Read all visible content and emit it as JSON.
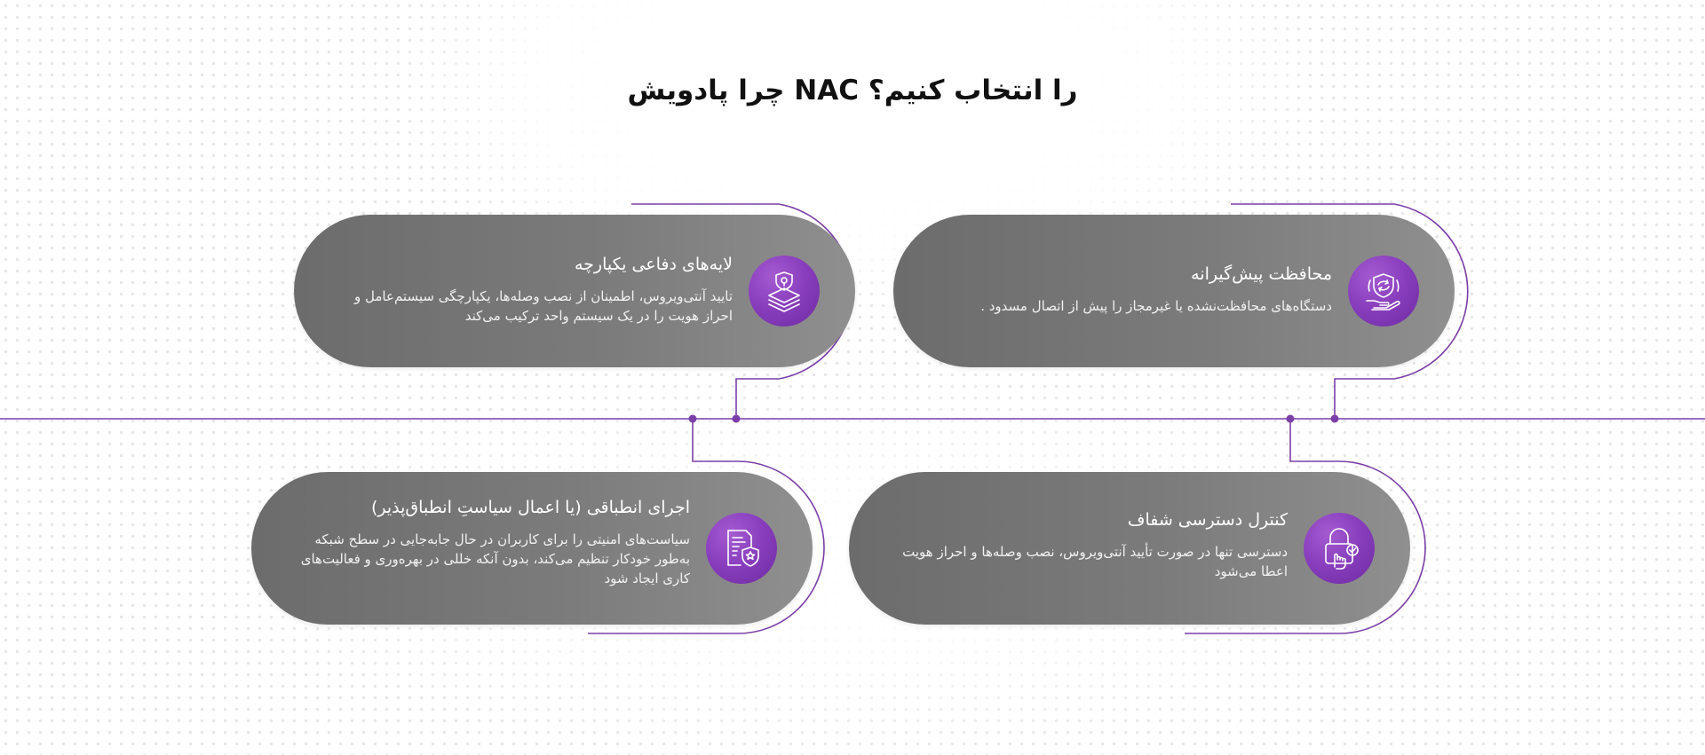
{
  "page_title": "چرا پادویش NAC را انتخاب کنیم؟",
  "colors": {
    "accent": "#7b3fa8",
    "card": "#7a7a7a",
    "icon": "#8a3fbe"
  },
  "cards": [
    {
      "title": "محافظت پیش‌گیرانه",
      "description": "دستگاه‌های محافظت‌نشده یا غیرمجاز را پیش از اتصال مسدود      .",
      "icon": "shield-hand-icon"
    },
    {
      "title": "لایه‌های دفاعی یکپارچه",
      "description": "تایید آنتی‌ویروس، اطمینان از نصب وصله‌ها، یکپارچگی سیستم‌عامل و احراز هویت را در یک سیستم واحد ترکیب می‌کند",
      "icon": "shield-layers-icon"
    },
    {
      "title": "کنترل دسترسی شفاف",
      "description": "دسترسی تنها در صورت تأیید آنتی‌ویروس، نصب وصله‌ها و احراز هویت اعطا می‌شود",
      "icon": "lock-touch-icon"
    },
    {
      "title": "اجرای انطباقی (یا اعمال سیاستِ انطباق‌پذیر)",
      "description": "سیاست‌های امنیتی را برای کاربران در حال جابه‌جایی در سطح شبکه به‌طور خودکار تنظیم می‌کند، بدون آنکه خللی در بهره‌وری و فعالیت‌های کاری ایجاد شود",
      "icon": "document-shield-icon"
    }
  ]
}
